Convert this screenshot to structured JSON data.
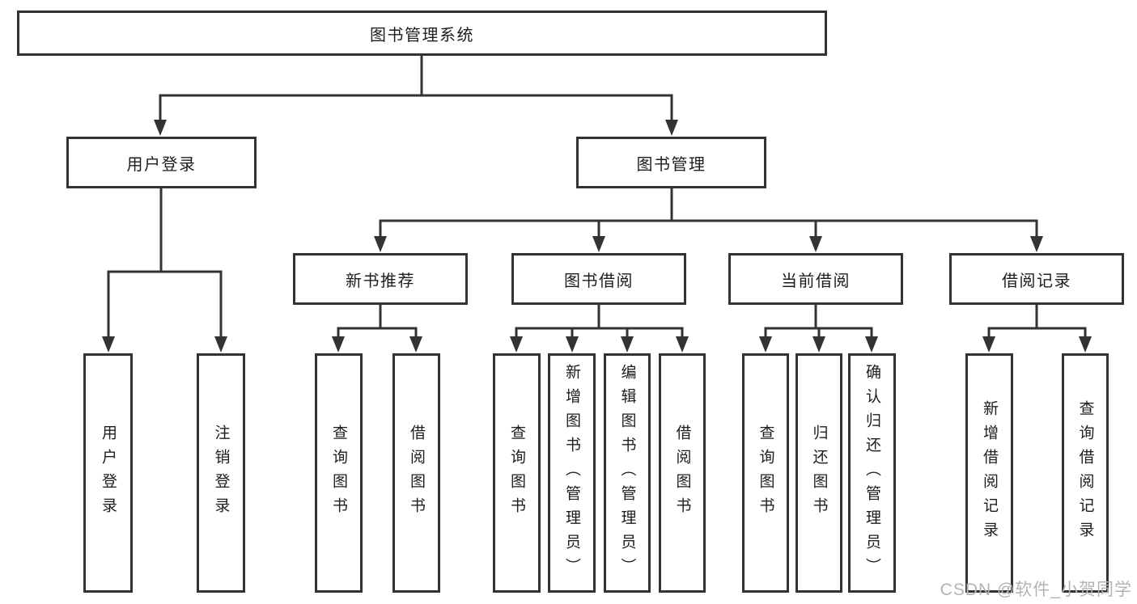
{
  "title": "图书管理系统",
  "watermark": "CSDN @软件_小贺同学",
  "colors": {
    "line": "#333333",
    "box_bg": "#ffffff",
    "text": "#1d1d1d",
    "watermark": "#b3b3b3"
  },
  "nodes": {
    "root": {
      "label": "图书管理系统"
    },
    "level2": [
      {
        "label": "用户登录",
        "parent": "图书管理系统"
      },
      {
        "label": "图书管理",
        "parent": "图书管理系统"
      }
    ],
    "level3": [
      {
        "label": "新书推荐",
        "parent": "图书管理"
      },
      {
        "label": "图书借阅",
        "parent": "图书管理"
      },
      {
        "label": "当前借阅",
        "parent": "图书管理"
      },
      {
        "label": "借阅记录",
        "parent": "图书管理"
      }
    ],
    "leaves": [
      {
        "label": "用户登录",
        "parent": "用户登录"
      },
      {
        "label": "注销登录",
        "parent": "用户登录"
      },
      {
        "label": "查询图书",
        "parent": "新书推荐"
      },
      {
        "label": "借阅图书",
        "parent": "新书推荐"
      },
      {
        "label": "查询图书",
        "parent": "图书借阅"
      },
      {
        "label": "新增图书（管理员）",
        "parent": "图书借阅"
      },
      {
        "label": "编辑图书（管理员）",
        "parent": "图书借阅"
      },
      {
        "label": "借阅图书",
        "parent": "图书借阅"
      },
      {
        "label": "查询图书",
        "parent": "当前借阅"
      },
      {
        "label": "归还图书",
        "parent": "当前借阅"
      },
      {
        "label": "确认归还（管理员）",
        "parent": "当前借阅"
      },
      {
        "label": "新增借阅记录",
        "parent": "借阅记录"
      },
      {
        "label": "查询借阅记录",
        "parent": "借阅记录"
      }
    ]
  }
}
